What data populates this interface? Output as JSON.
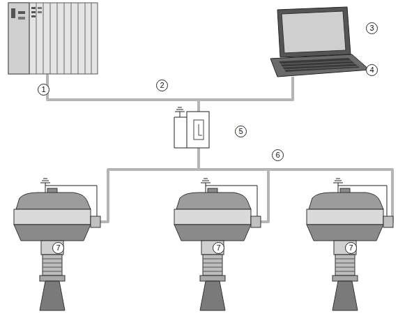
{
  "diagram": {
    "labels": [
      "1",
      "2",
      "3",
      "4",
      "5",
      "6",
      "7",
      "7",
      "7"
    ]
  }
}
